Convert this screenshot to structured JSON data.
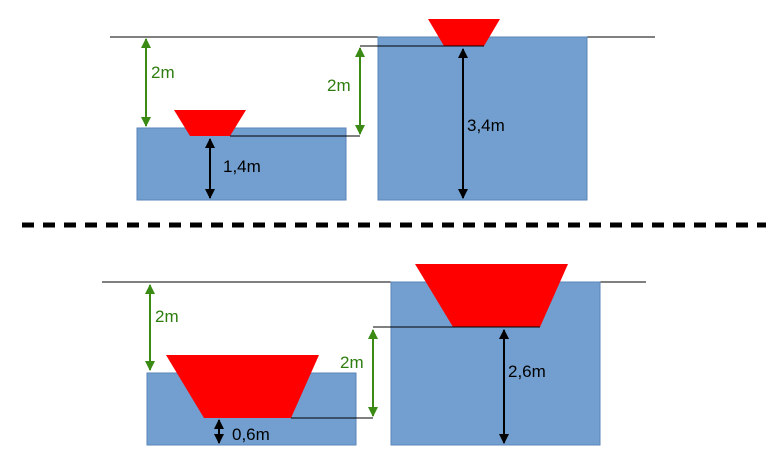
{
  "colors": {
    "water": "#729fcf",
    "water_stroke": "#5a86b8",
    "boat": "#ff0000",
    "green_arrow": "#3a8a14",
    "black_arrow": "#000000"
  },
  "top": {
    "left_height_label": "2m",
    "left_depth_label": "1,4m",
    "right_height_label": "2m",
    "right_depth_label": "3,4m"
  },
  "bottom": {
    "left_height_label": "2m",
    "left_depth_label": "0,6m",
    "right_height_label": "2m",
    "right_depth_label": "2,6m"
  }
}
